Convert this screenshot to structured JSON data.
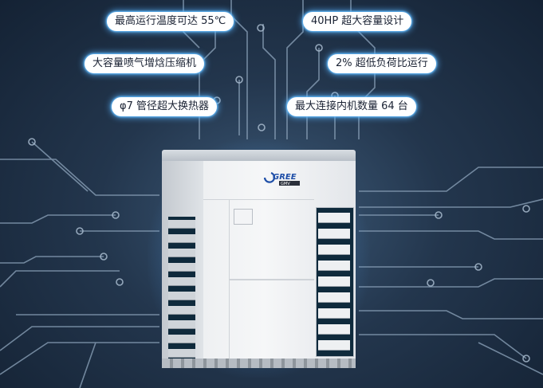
{
  "features": [
    "最高运行温度可达 55℃",
    "40HP 超大容量设计",
    "大容量喷气增焓压缩机",
    "2% 超低负荷比运行",
    "φ7 管径超大换热器",
    "最大连接内机数量 64 台"
  ],
  "logo": {
    "brand": "GREE",
    "model": "GMV"
  },
  "colors": {
    "background": "#1c2f45",
    "circuit_line": "#8fa6bd",
    "pill_glow": "#5ab4ff"
  }
}
